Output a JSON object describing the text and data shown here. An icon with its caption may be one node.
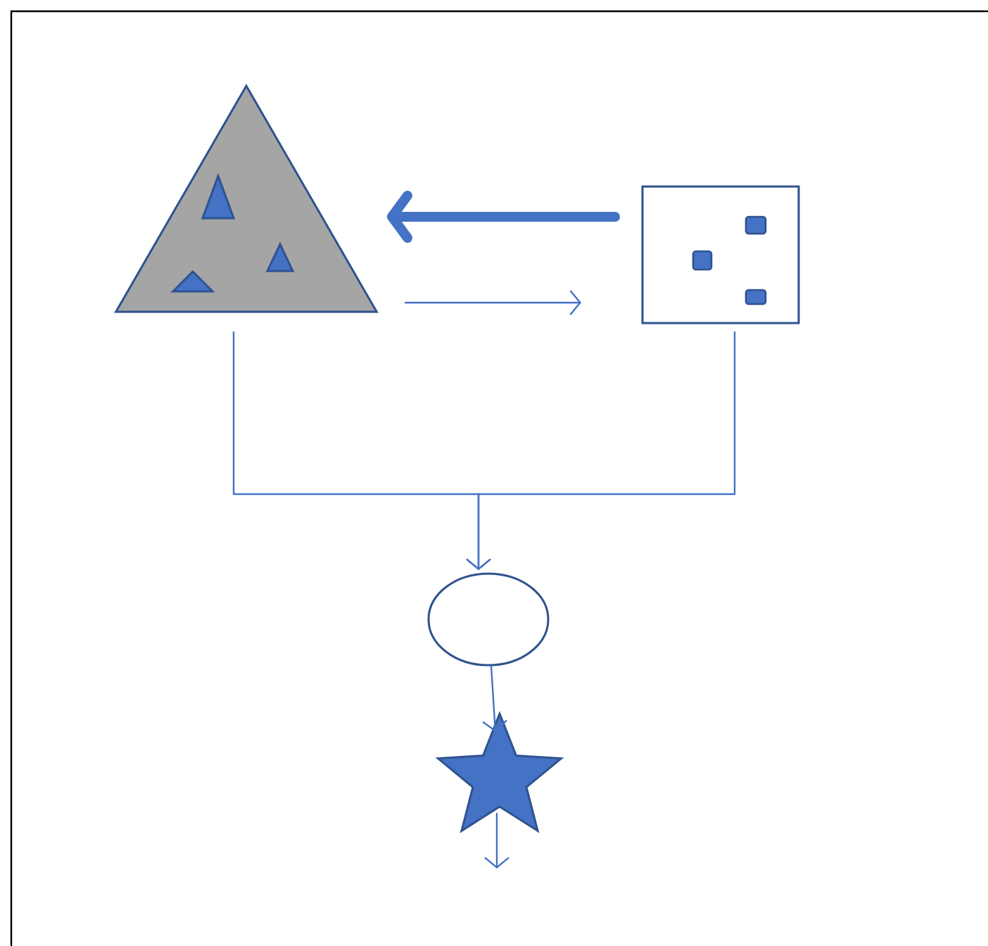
{
  "diagram": {
    "nodes": [
      {
        "text": [],
        "shape": "triangle"
      },
      {
        "text": [],
        "shape": "box"
      },
      {
        "text": [],
        "shape": "ellipse"
      },
      {
        "text": [],
        "shape": "star"
      }
    ],
    "edges": [
      {
        "from": 1,
        "to": 0,
        "arrow": "to",
        "style": "thick"
      },
      {
        "from": 0,
        "to": 1,
        "arrow": "to"
      },
      {
        "from": 0,
        "to": 2,
        "arrow": "to"
      },
      {
        "from": 1,
        "to": 2,
        "arrow": "to"
      },
      {
        "from": 2,
        "to": 3,
        "arrow": "to"
      },
      {
        "from": 3,
        "to": null,
        "arrow": "to"
      }
    ]
  }
}
